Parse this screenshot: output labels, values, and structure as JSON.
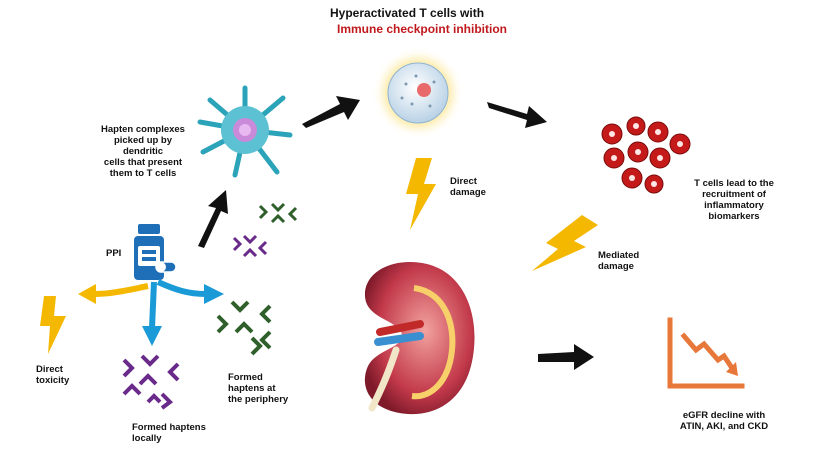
{
  "title": {
    "line1": "Hyperactivated T cells with",
    "line2": "Immune checkpoint inhibition"
  },
  "labels": {
    "hapten_complexes": [
      "Hapten complexes",
      "picked up by dendritic",
      "cells that present",
      "them to T cells"
    ],
    "ppi": "PPI",
    "direct_toxicity": [
      "Direct",
      "toxicity"
    ],
    "formed_haptens_locally": [
      "Formed haptens",
      "locally"
    ],
    "formed_haptens_periphery": [
      "Formed",
      "haptens at",
      "the periphery"
    ],
    "direct_damage": [
      "Direct",
      "damage"
    ],
    "mediated_damage": [
      "Mediated",
      "damage"
    ],
    "t_cells_recruitment": [
      "T cells lead to the",
      "recruitment of",
      "inflammatory",
      "biomarkers"
    ],
    "egfr_decline": [
      "eGFR decline with",
      "ATIN, AKI, and CKD"
    ]
  },
  "colors": {
    "accent_red": "#c0191e",
    "lightning": "#f5b800",
    "arrow_yellow": "#f5b800",
    "arrow_blue": "#1a9ad6",
    "hapten_purple": "#6a2a8a",
    "hapten_green": "#2f5f2a",
    "pill_blue": "#1f6fb8",
    "chart_orange": "#e8773a",
    "rbc_red": "#c41a1a"
  }
}
